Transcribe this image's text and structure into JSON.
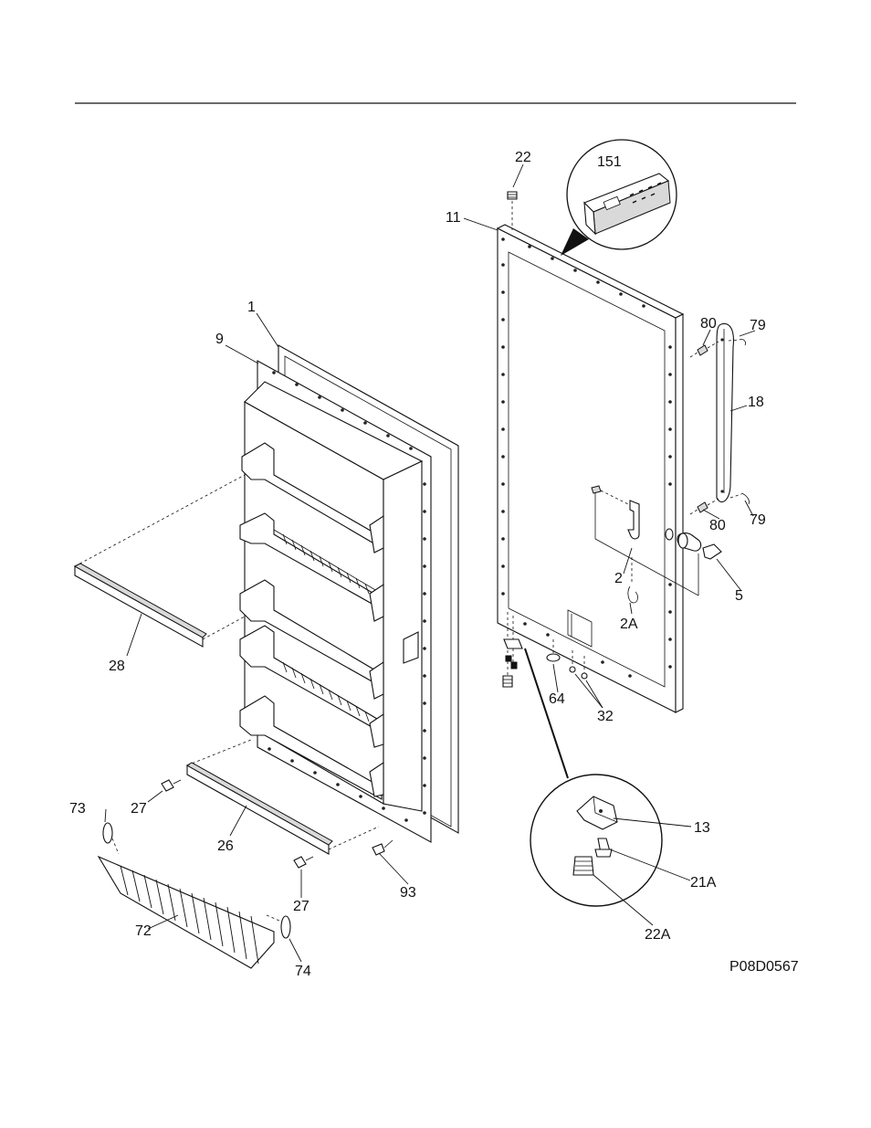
{
  "diagram": {
    "drawing_code": "P08D0567",
    "part_labels": {
      "p1": "1",
      "p9": "9",
      "p11": "11",
      "p22": "22",
      "p151": "151",
      "p80a": "80",
      "p79a": "79",
      "p18": "18",
      "p80b": "80",
      "p79b": "79",
      "p2": "2",
      "p5": "5",
      "p2A": "2A",
      "p28": "28",
      "p64": "64",
      "p32": "32",
      "p73": "73",
      "p27a": "27",
      "p26": "26",
      "p27b": "27",
      "p93": "93",
      "p72": "72",
      "p74": "74",
      "p13": "13",
      "p21A": "21A",
      "p22A": "22A"
    }
  }
}
